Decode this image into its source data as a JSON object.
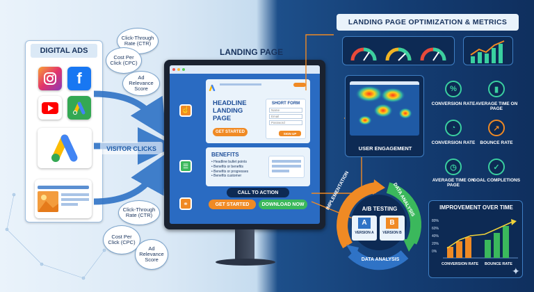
{
  "left": {
    "title": "DIGITAL ADS",
    "visitor_clicks": "VISITOR CLICKS",
    "callouts_top": [
      "Click-Through Rate (CTR)",
      "Cost Per Click (CPC)",
      "Ad Relevance Score"
    ],
    "callouts_bottom": [
      "Click-Through Rate (CTR)",
      "Cost Per Click (CPC)",
      "Ad Relevance Score"
    ]
  },
  "center": {
    "title": "LANDING PAGE",
    "headline": "HEADLINE LANDING PAGE",
    "short_form": "SHORT FORM",
    "form_fields": [
      "Name",
      "Email",
      "Password"
    ],
    "sign_up": "SIGN UP",
    "get_started_top": "GET STARTED",
    "benefits_title": "BENEFITS",
    "benefits": [
      "Headline bullet points",
      "Benefits or benefits",
      "Benefits or progresses",
      "Benefits customer"
    ],
    "call_to_action": "CALL TO ACTION",
    "get_started": "GET STARTED",
    "download_now": "DOWNLOAD NOW"
  },
  "right": {
    "title": "LANDING PAGE OPTIMIZATION & METRICS",
    "user_engagement": "USER ENGAGEMENT",
    "metrics": [
      {
        "label": "CONVERSION RATE",
        "icon": "percent-icon"
      },
      {
        "label": "AVERAGE TIME ON PAGE",
        "icon": "bar-icon"
      },
      {
        "label": "CONVERSION RATE",
        "icon": "gauge-icon"
      },
      {
        "label": "BOUNCE RATE",
        "icon": "bounce-icon"
      },
      {
        "label": "AVERAGE TIME ON PAGE",
        "icon": "clock-icon"
      },
      {
        "label": "GOAL COMPLETIONS",
        "icon": "check-icon"
      }
    ],
    "cycle": {
      "implementation": "IMPLEMENTATION",
      "data_analysis_top": "DATA ANALYSIS",
      "ab_testing": "A/B TESTING",
      "version_a": "VERSION A",
      "version_b": "VERSION B",
      "a": "A",
      "b": "B",
      "data_analysis_bottom": "DATA ANALYSIS"
    },
    "improvement": {
      "title": "IMPROVEMENT OVER TIME",
      "ticks": [
        "80%",
        "60%",
        "40%",
        "20%",
        "0%"
      ],
      "xlabels": [
        "CONVERSION RATE",
        "BOUNCE RATE"
      ]
    }
  },
  "colors": {
    "accent_orange": "#f08a24",
    "accent_green": "#3ad0a0",
    "dark_blue": "#0d2a54"
  }
}
